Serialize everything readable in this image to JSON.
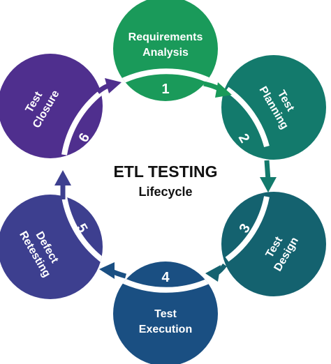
{
  "title": "ETL TESTING",
  "subtitle": "Lifecycle",
  "stages": [
    {
      "number": "1",
      "line1": "Requirements",
      "line2": "Analysis",
      "color": "#1a9a5a"
    },
    {
      "number": "2",
      "line1": "Test",
      "line2": "Planning",
      "color": "#137a6c"
    },
    {
      "number": "3",
      "line1": "Test",
      "line2": "Design",
      "color": "#14626f"
    },
    {
      "number": "4",
      "line1": "Test",
      "line2": "Execution",
      "color": "#1a4f82"
    },
    {
      "number": "5",
      "line1": "Defect",
      "line2": "Retesting",
      "color": "#3d3f8f"
    },
    {
      "number": "6",
      "line1": "Test",
      "line2": "Closure",
      "color": "#4f2f8e"
    }
  ]
}
